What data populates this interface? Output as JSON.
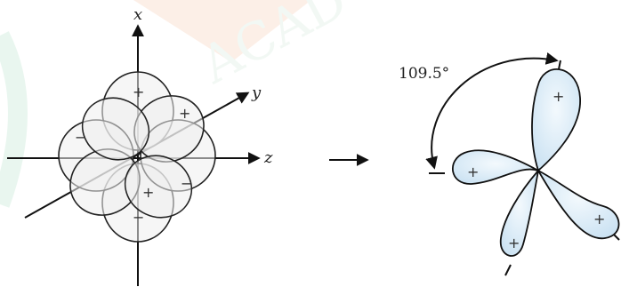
{
  "diagram": {
    "left_figure": {
      "axis_labels": {
        "x": "x",
        "y": "y",
        "z": "z"
      },
      "lobe_signs": {
        "top": "+",
        "bottom": "−",
        "right": "+",
        "left": "−",
        "inner_plus": "+",
        "inner_minus": "−"
      }
    },
    "right_figure": {
      "angle_label": "109.5°",
      "lobe_signs": [
        "+",
        "+",
        "+",
        "+"
      ]
    },
    "colors": {
      "lobe_fill": "#d9eaf6",
      "lobe_fill_light": "#eef6fb",
      "stroke": "#111111",
      "watermark_green": "#d7efe2",
      "watermark_orange": "#fbe2d5"
    }
  }
}
